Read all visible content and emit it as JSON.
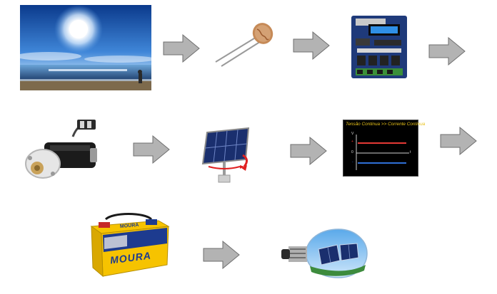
{
  "diagram": {
    "graph_caption": "Tensão Continua >> Corrente Continua",
    "graph_axis_v": "V",
    "graph_axis_t": "t",
    "graph_zero": "0",
    "graph_plus": "+",
    "graph_minus": "-",
    "battery_brand_top": "MOURA",
    "battery_brand_main": "MOURA"
  },
  "colors": {
    "arrow_fill": "#b3b3b3",
    "arrow_stroke": "#6f6f6f",
    "graph_bg": "#000000",
    "graph_caption": "#e8c21a",
    "graph_line_pos": "#e53935",
    "graph_line_neg": "#2f6fd6",
    "battery_yellow": "#f6c300",
    "battery_blue": "#1d3b8f"
  }
}
